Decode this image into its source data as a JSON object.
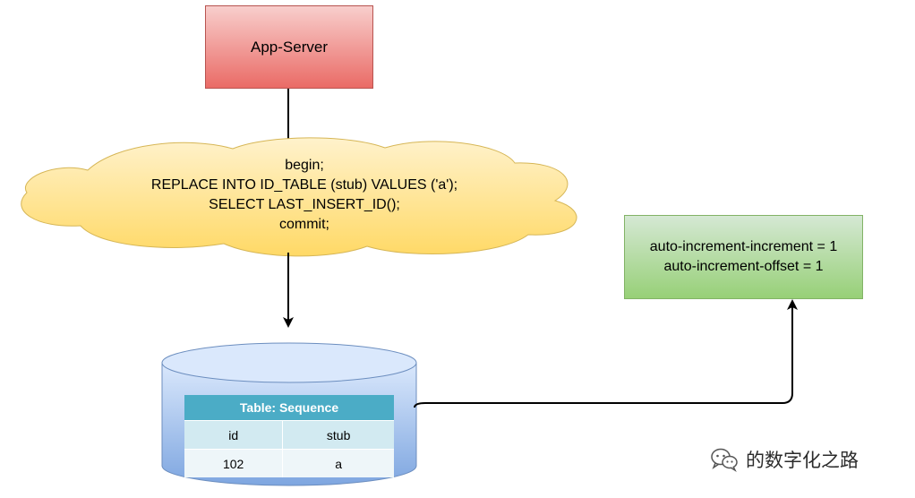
{
  "app_server": {
    "label": "App-Server"
  },
  "cloud": {
    "lines": [
      "begin;",
      "REPLACE INTO ID_TABLE (stub) VALUES ('a');",
      "SELECT LAST_INSERT_ID();",
      "commit;"
    ]
  },
  "config": {
    "lines": [
      "auto-increment-increment = 1",
      "auto-increment-offset = 1"
    ]
  },
  "table": {
    "title": "Table: Sequence",
    "columns": [
      "id",
      "stub"
    ],
    "rows": [
      [
        "102",
        "a"
      ]
    ]
  },
  "watermark": {
    "text": "的数字化之路",
    "icon": "wechat-icon"
  },
  "colors": {
    "app_fill_top": "#f8cecc",
    "app_fill_bottom": "#ea6b66",
    "app_stroke": "#b85450",
    "cloud_fill_top": "#fff2cc",
    "cloud_fill_bottom": "#ffd966",
    "cloud_stroke": "#d6b656",
    "config_fill_top": "#d5e8d4",
    "config_fill_bottom": "#97d077",
    "config_stroke": "#82b366",
    "db_fill_top": "#dae8fc",
    "db_fill_bottom": "#7ea6e0",
    "db_stroke": "#6c8ebf",
    "table_header": "#4bacc6"
  }
}
